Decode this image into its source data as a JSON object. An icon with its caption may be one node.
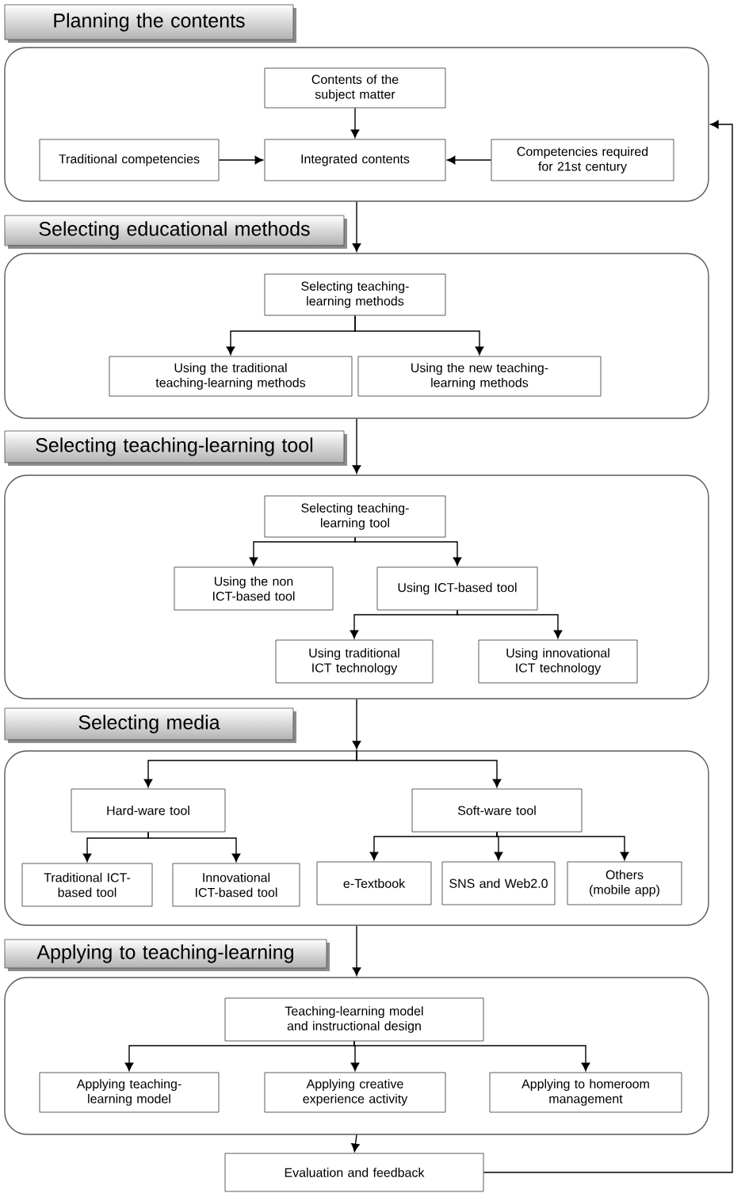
{
  "diagram": {
    "nodes": [
      {
        "text": [
          "Planning the contents"
        ]
      },
      {
        "text": [],
        "shape": "box"
      },
      {
        "text": [
          "Contents of the subject matter"
        ],
        "in": 1
      },
      {
        "text": [
          "Traditional competencies"
        ],
        "in": 1
      },
      {
        "text": [
          "Integrated contents"
        ],
        "in": 1
      },
      {
        "text": [
          "Competencies required for 21st century"
        ],
        "in": 1
      },
      {
        "text": [
          "Selecting educational methods"
        ]
      },
      {
        "text": [],
        "shape": "box"
      },
      {
        "text": [
          "Selecting teaching-learning methods"
        ],
        "in": 7
      },
      {
        "text": [
          "Using the traditional teaching-learning methods"
        ],
        "in": 7
      },
      {
        "text": [
          "Using the new teaching-learning methods"
        ],
        "in": 7
      },
      {
        "text": [
          "Selecting teaching-learning tool"
        ]
      },
      {
        "text": [],
        "shape": "box"
      },
      {
        "text": [
          "Selecting teaching-learning tool"
        ],
        "in": 12
      },
      {
        "text": [
          "Using the non ICT-based tool"
        ],
        "in": 12
      },
      {
        "text": [
          "Using ICT-based tool"
        ],
        "in": 12
      },
      {
        "text": [
          "Using traditional ICT technology"
        ],
        "in": 12
      },
      {
        "text": [
          "Using innovational ICT technology"
        ],
        "in": 12
      },
      {
        "text": [
          "Selecting media"
        ]
      },
      {
        "text": [],
        "shape": "box"
      },
      {
        "text": [
          "Hard-ware tool"
        ],
        "in": 19
      },
      {
        "text": [
          "Soft-ware tool"
        ],
        "in": 19
      },
      {
        "text": [
          "Traditional ICT-based tool"
        ],
        "in": 19
      },
      {
        "text": [
          "Innovational ICT-based tool"
        ],
        "in": 19
      },
      {
        "text": [
          "e-Textbook"
        ],
        "in": 19
      },
      {
        "text": [
          "SNS and Web2.0"
        ],
        "in": 19
      },
      {
        "text": [
          "Others (mobile app)"
        ],
        "in": 19
      },
      {
        "text": [
          "Applying to teaching-learning"
        ]
      },
      {
        "text": [],
        "shape": "box"
      },
      {
        "text": [
          "Teaching-learning model and instructional design"
        ],
        "in": 28
      },
      {
        "text": [
          "Applying teaching-learning model"
        ],
        "in": 28
      },
      {
        "text": [
          "Applying creative experience activity"
        ],
        "in": 28
      },
      {
        "text": [
          "Applying to homeroom management"
        ],
        "in": 28
      },
      {
        "text": [
          "Evaluation and feedback"
        ]
      }
    ],
    "edges": [
      {
        "from": 2,
        "to": 4,
        "arrow": "to"
      },
      {
        "from": 3,
        "to": 4,
        "arrow": "to"
      },
      {
        "from": 5,
        "to": 4,
        "arrow": "to"
      },
      {
        "from": 1,
        "to": 7,
        "arrow": "to"
      },
      {
        "from": 8,
        "to": 9,
        "arrow": "to"
      },
      {
        "from": 8,
        "to": 10,
        "arrow": "to"
      },
      {
        "from": 7,
        "to": 12,
        "arrow": "to"
      },
      {
        "from": 13,
        "to": 14,
        "arrow": "to"
      },
      {
        "from": 13,
        "to": 15,
        "arrow": "to"
      },
      {
        "from": 15,
        "to": 16,
        "arrow": "to"
      },
      {
        "from": 15,
        "to": 17,
        "arrow": "to"
      },
      {
        "from": 12,
        "to": 19,
        "arrow": "to"
      },
      {
        "from": 19,
        "to": 20,
        "arrow": "to"
      },
      {
        "from": 19,
        "to": 21,
        "arrow": "to"
      },
      {
        "from": 20,
        "to": 22,
        "arrow": "to"
      },
      {
        "from": 20,
        "to": 23,
        "arrow": "to"
      },
      {
        "from": 21,
        "to": 24,
        "arrow": "to"
      },
      {
        "from": 21,
        "to": 25,
        "arrow": "to"
      },
      {
        "from": 21,
        "to": 26,
        "arrow": "to"
      },
      {
        "from": 19,
        "to": 28,
        "arrow": "to"
      },
      {
        "from": 29,
        "to": 30,
        "arrow": "to"
      },
      {
        "from": 29,
        "to": 31,
        "arrow": "to"
      },
      {
        "from": 29,
        "to": 32,
        "arrow": "to"
      },
      {
        "from": 28,
        "to": 33,
        "arrow": "to"
      },
      {
        "from": 33,
        "to": 1,
        "arrow": "to"
      }
    ]
  }
}
